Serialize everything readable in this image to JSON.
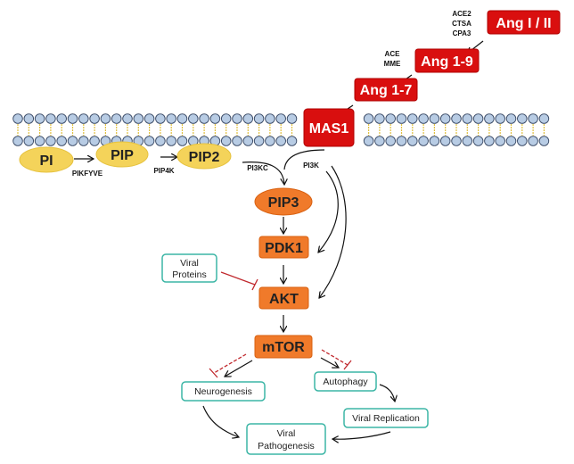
{
  "nodes": {
    "ang_i_ii": "Ang I / II",
    "ang_1_9": "Ang 1-9",
    "ang_1_7": "Ang 1-7",
    "mas1": "MAS1",
    "pi": "PI",
    "pip": "PIP",
    "pip2": "PIP2",
    "pip3": "PIP3",
    "pdk1": "PDK1",
    "akt": "AKT",
    "mtor": "mTOR",
    "viral_proteins": [
      "Viral",
      "Proteins"
    ],
    "neurogenesis": "Neurogenesis",
    "autophagy": "Autophagy",
    "viral_replication": "Viral Replication",
    "viral_pathogenesis": [
      "Viral",
      "Pathogenesis"
    ]
  },
  "enzymes": {
    "ang_i_to_1_9": [
      "ACE2",
      "CTSA",
      "CPA3"
    ],
    "ang_1_9_to_1_7": [
      "ACE",
      "MME"
    ],
    "pi_to_pip": "PIKFYVE",
    "pip_to_pip2": "PIP4K",
    "pip2_to_pip3": "PI3KC",
    "mas1_to_akt": "PI3K"
  },
  "colors": {
    "angiotensin": "#d90f0f",
    "kinase": "#f07a2a",
    "phosphoinositide": "#f4d35a",
    "outcome_border": "#3bb5a5",
    "inhibition": "#c0282d",
    "membrane_head": "#b8cce4"
  }
}
